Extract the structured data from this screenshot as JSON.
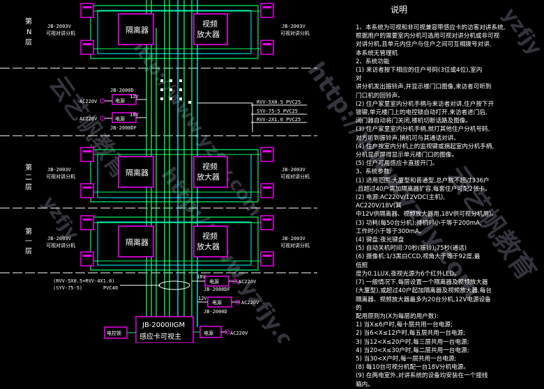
{
  "floors": {
    "top": {
      "label_line1": "第",
      "label_line2": "N",
      "label_line3": "层"
    },
    "second": {
      "label_line1": "第",
      "label_line2": "二",
      "label_line3": "层"
    },
    "first": {
      "label_line1": "第",
      "label_line2": "一",
      "label_line3": "层"
    }
  },
  "device": {
    "isolator": "隔离器",
    "video_amp_line1": "视频",
    "video_amp_line2": "放大器",
    "ext_model": "JB-2003V",
    "ext_name": "可视对讲分机"
  },
  "power_units": {
    "upper_model": "JB-2000D",
    "upper_12v": "12V",
    "upper_power": "电源",
    "upper_18v": "18V",
    "upper_model2": "JB-2000DF",
    "ac_label": "AC220V",
    "lower_18v": "18V",
    "lower_model1": "JB-2000DF",
    "lower_12v": "12V",
    "lower_model2": "JB-2000D"
  },
  "cables": {
    "c1": "RVV-5X0.5 PVC25",
    "c2": "SYV-75-5 PVC25",
    "c3": "RVV-2X1.0 PVC25",
    "bottom_line1": "(RVV-5X0.5+RVV-4X1.0)",
    "bottom_line2": "(SYV-75-5)",
    "bottom_pvc": "PVC40"
  },
  "host": {
    "lock": "电控锁",
    "model": "JB-2000IIGM",
    "name": "感应卡可视主",
    "power": "电源"
  },
  "notes": {
    "title": "说明",
    "lines": [
      "1、本系统为可视和非可视兼容带感应卡的访客对讲系统,",
      "   根据用户的需要室内分机可选用可视对讲分机或非可视",
      "   对讲分机,且单元内住户与住户之间可互相拨号对讲,",
      "   本系统无管理机",
      "2、系统功能",
      "   (1) 来访者按下相应的住户号码(3位或4位),室内",
      "对",
      "   讲分机发出振铃声,并显示楼门口图像,来访者可听到",
      "   门口机的回铃声。",
      "   (2) 住户家里室内分机手柄与来访者对讲,住户按下开",
      "   锁键,单元楼门上的电控锁自动打开,来访者进门后,",
      "   闭门器自动将门关闭,楼机切断话路及图像。",
      "   (3) 住户家里室内分机手柄,就打其他住户分机号码,",
      "   对方听到振铃声,摘机可与其通话对讲。",
      "   (4) 住户按室内分机上的监视键或摘起室内分机手柄,",
      "   分机显示屏得显示单元楼门口的图像。",
      "   (5) 住户可用感应卡直接开门。",
      "3、系统参数:",
      "   (1) 适用范围:大厦型和普通型,总户数不超过336户",
      "   ,且超过40户需加隔离器扩容,每套住户可配2张卡。",
      "   (2) 电源:AC220V/12VDC(主机),",
      "AC220V/18V(其",
      "   中12V供隔离器、视频放大器用,18V供可视分机用)。",
      "   (3) 功耗(每50台分机):待机时小于等于200mA,",
      "   工作时小于等于300mA。",
      "   (4) 键盘:夜光键盘",
      "   (5) 自动关机时间:70秒(振铃);75秒(通话)",
      "   (6) 摄像机:1/3黑白CCD,视角大于等于92度,最",
      "低照",
      "   度为0.1LUX,夜视光源为6个红外LED。",
      "   (7) 一般情况下,每层设置一个隔离器及视频放大器",
      "   (大厦型),或超过40户起加隔离器及视频放大器,每台",
      "   隔离器、视频放大器最多为20台分机,12V电源设备",
      "的",
      "   配用原则为(X为每层的用户数):",
      "   1) 当X≤6户时,每十层共用一台电源;",
      "   2) 当6<X≤12户时,每五层共用一台电源;",
      "   3) 当12<X≤20户时,每三层共用一台电源;",
      "   4) 当20<X≤30户时,每二层共用一台电源;",
      "   5) 当30<X户时,每一层共用一台电源;",
      "   (8) 每10台可视分机配一台18V分机电源。",
      "   (9) 在两电室外,对讲系统的设备均安装在一个接线",
      "   箱内。"
    ]
  },
  "watermarks": {
    "w1": "http://www.yzfjy.com",
    "w2": "云艺帆教育",
    "w3": "yzfjy"
  }
}
